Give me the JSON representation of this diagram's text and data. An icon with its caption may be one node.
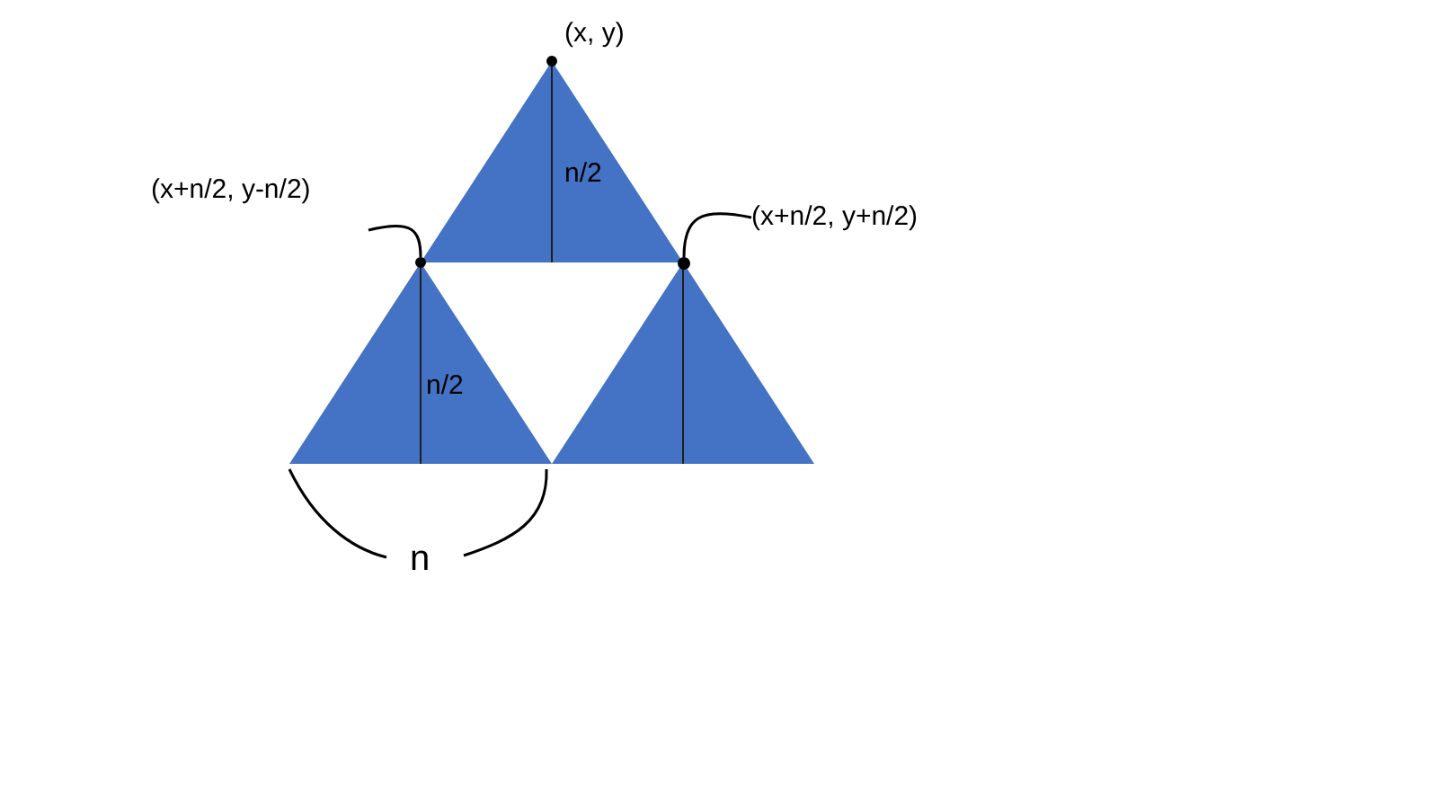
{
  "diagram": {
    "nodes": [
      {
        "text": [
          "n/2"
        ]
      },
      {
        "text": [
          "n/2"
        ]
      },
      {
        "text": [],
        "shape": "triangle"
      },
      {
        "text": [
          "(x+n/2, y-n/2)"
        ]
      },
      {
        "text": [],
        "shape": "circle"
      },
      {
        "text": [
          "(x+n/2, y+n/2)"
        ]
      },
      {
        "text": [],
        "shape": "circle"
      }
    ],
    "edges": [
      {
        "from": 3,
        "to": 4,
        "arrow": "none"
      },
      {
        "from": 5,
        "to": 6,
        "arrow": "none"
      }
    ],
    "labels": [
      "(x, y)",
      "n"
    ]
  }
}
